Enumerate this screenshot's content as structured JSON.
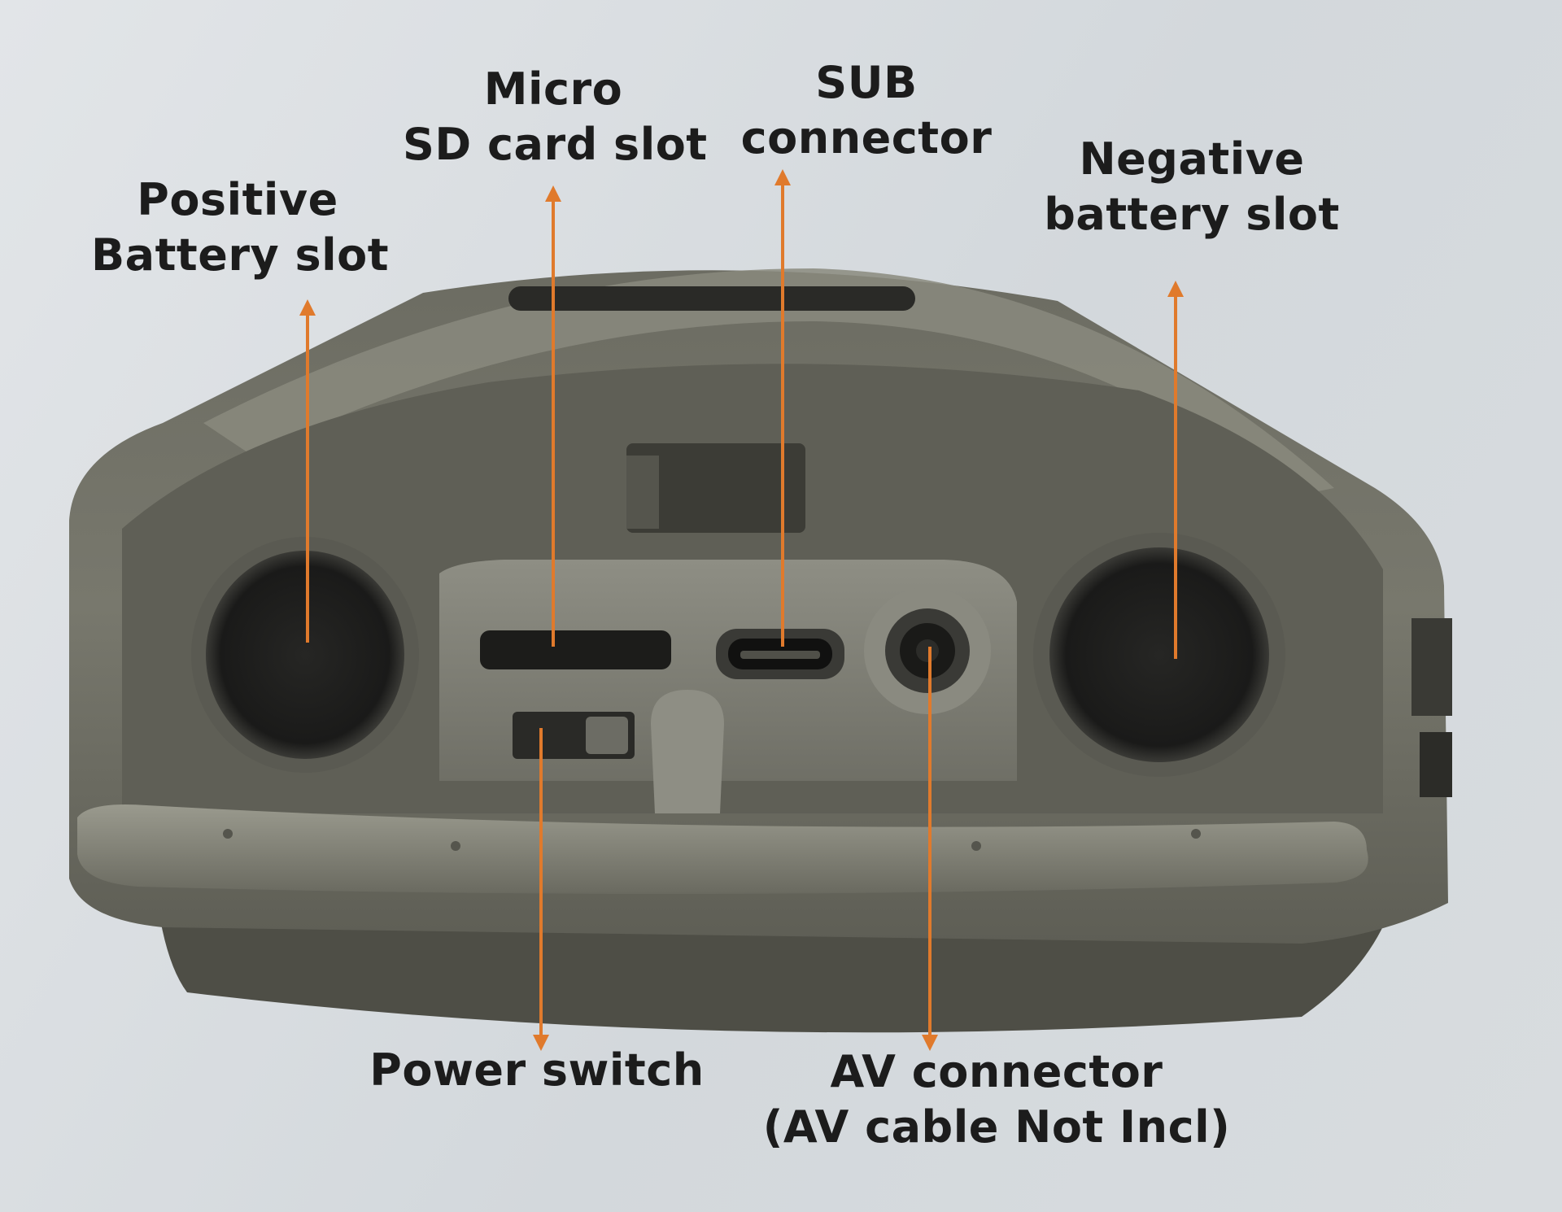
{
  "colors": {
    "background": "#d9dde0",
    "housing": "#707066",
    "housing_dark": "#4a4a42",
    "housing_light": "#8c8c80",
    "battery_hole": "#1e1e1c",
    "arrow": "#e07a2c",
    "text": "#1c1c1c"
  },
  "labels": {
    "positive_battery": {
      "line1": "Positive",
      "line2": "Battery slot"
    },
    "micro_sd": {
      "line1": "Micro",
      "line2": "SD card slot"
    },
    "sub_connector": {
      "line1": "SUB",
      "line2": "connector"
    },
    "negative_battery": {
      "line1": "Negative",
      "line2": "battery slot"
    },
    "power_switch": {
      "line1": "Power switch"
    },
    "av_connector": {
      "line1": "AV connector",
      "line2": "(AV cable Not Incl)"
    }
  },
  "icons": {
    "positive_battery_slot": "battery-slot-icon",
    "negative_battery_slot": "battery-slot-icon",
    "micro_sd_slot": "sd-card-slot-icon",
    "usb_port": "usb-port-icon",
    "av_jack": "audio-jack-icon",
    "power_switch": "toggle-switch-icon"
  }
}
